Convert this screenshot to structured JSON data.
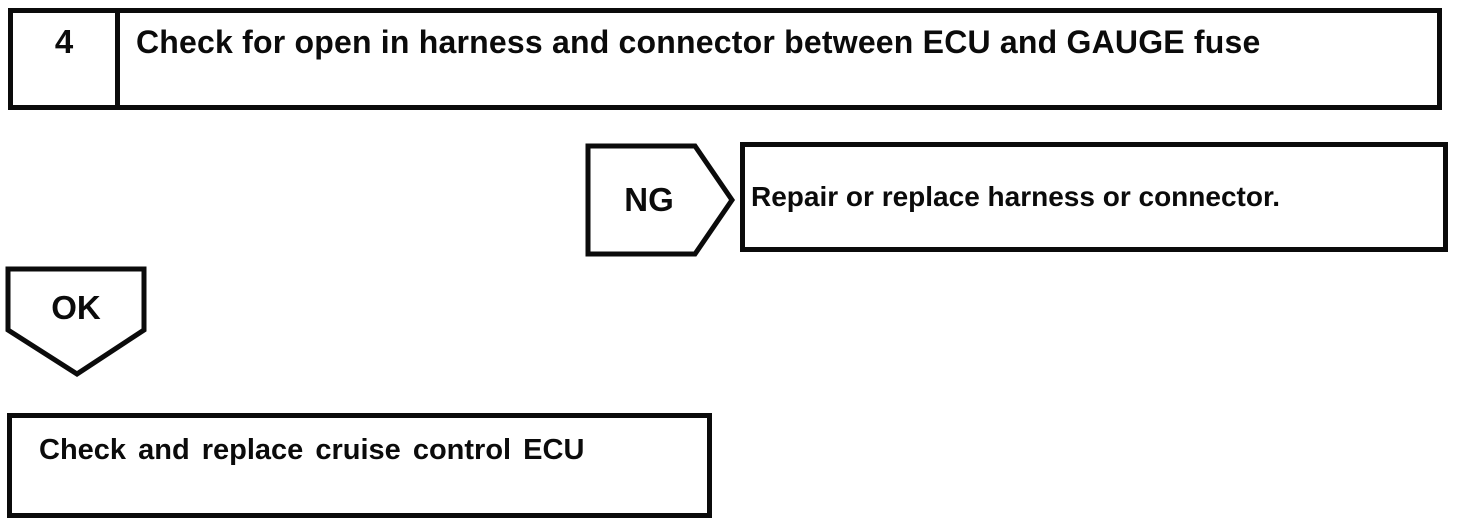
{
  "page": {
    "background_color": "#ffffff",
    "line_color": "#0b0b0b"
  },
  "step_box": {
    "number": "4",
    "instruction": "Check for open in harness and connector between ECU and GAUGE fuse"
  },
  "ng_branch": {
    "connector_label": "NG",
    "action": "Repair or replace harness or connector."
  },
  "ok_branch": {
    "connector_label": "OK",
    "action": "Check and replace cruise control ECU"
  }
}
